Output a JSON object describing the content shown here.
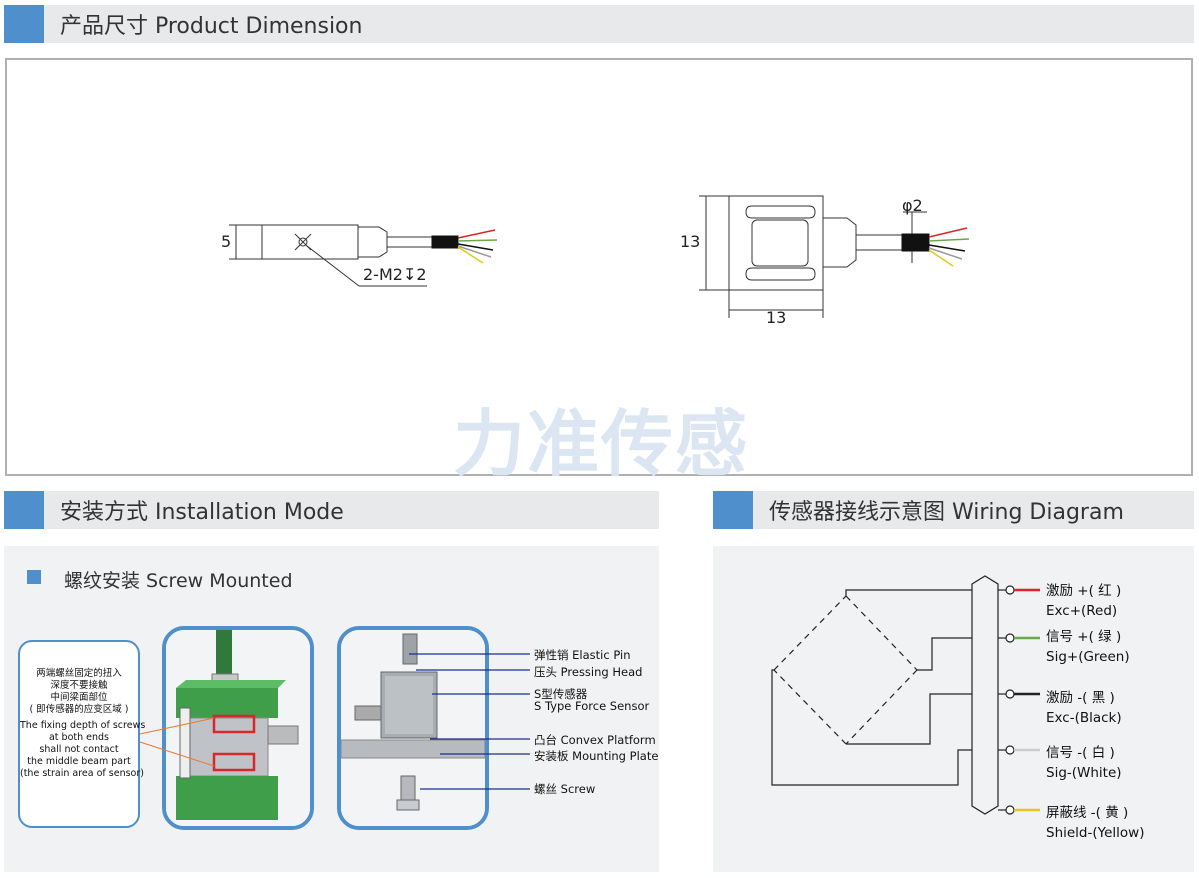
{
  "sections": {
    "dimension": "产品尺寸 Product Dimension",
    "installation": "安装方式 Installation Mode",
    "wiring": "传感器接线示意图  Wiring Diagram"
  },
  "dimensions": {
    "thickness": "5",
    "hole": "2-M2↧2",
    "height": "13",
    "width": "13",
    "cable_dia": "φ2"
  },
  "watermark": "力准传感",
  "installation": {
    "subtitle": "螺纹安装 Screw Mounted",
    "note_cn": [
      "两端螺丝固定的扭入",
      "深度不要接触",
      "中间梁面部位",
      "( 即传感器的应变区域 )"
    ],
    "note_en": [
      "The fixing depth of screws",
      "at both ends",
      "shall not contact",
      "the middle beam part",
      "(the strain area of sensor)"
    ],
    "callouts": [
      "弹性销 Elastic Pin",
      "压头 Pressing Head",
      "S型传感器",
      "S Type Force Sensor",
      "凸台 Convex Platform",
      "安装板 Mounting Plate",
      "螺丝 Screw"
    ]
  },
  "wiring": [
    {
      "cn": "激励 +( 红 )",
      "en": "Exc+(Red)",
      "color": "#d8262a"
    },
    {
      "cn": "信号 +( 绿 )",
      "en": "Sig+(Green)",
      "color": "#6aa84f"
    },
    {
      "cn": "激励 -( 黑 )",
      "en": "Exc-(Black)",
      "color": "#222222"
    },
    {
      "cn": "信号 -( 白 )",
      "en": "Sig-(White)",
      "color": "#dddddd"
    },
    {
      "cn": "屏蔽线 -( 黄 )",
      "en": "Shield-(Yellow)",
      "color": "#e6c619"
    }
  ],
  "colors": {
    "accent": "#4f8fcb",
    "bar": "#e8e9ea",
    "panel": "#f1f2f4",
    "watermark": "#dbe6f2"
  }
}
